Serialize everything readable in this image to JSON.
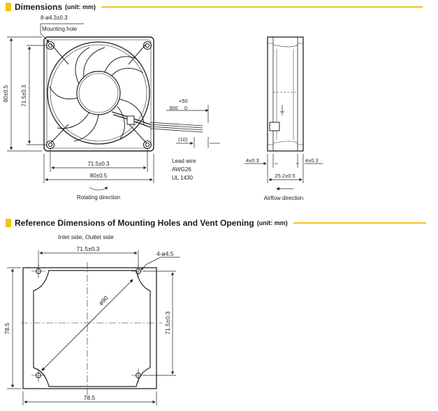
{
  "sections": {
    "dimensions": {
      "title": "Dimensions",
      "unit": "(unit: mm)"
    },
    "reference": {
      "title": "Reference Dimensions of Mounting Holes and Vent Opening",
      "unit": "(unit: mm)"
    }
  },
  "front_view": {
    "hole_callout": "8-ø4.3±0.3",
    "hole_label": "Mounting hole",
    "height_outer": "80±0.5",
    "height_pitch": "71.5±0.3",
    "width_pitch": "71.5±0.3",
    "width_outer": "80±0.5",
    "rotating_label": "Rotating direction"
  },
  "lead": {
    "tol_plus": "+50",
    "length": "300",
    "tol_zero": "0",
    "strip": "(10)",
    "wire1": "Lead wire",
    "wire2": "AWG26",
    "wire3": "UL 1430"
  },
  "side_view": {
    "left_dim": "4±0.3",
    "right_dim": "4±0.3",
    "depth": "25.2±0.5",
    "airflow_label": "Airflow direction"
  },
  "reference_view": {
    "side_label": "Inlet side, Outlet side",
    "top_pitch": "71.5±0.3",
    "hole_callout": "4-ø4.5",
    "left_outer": "78.5",
    "right_pitch": "71.5±0.3",
    "bottom_outer": "78.5",
    "diameter": "ø90"
  },
  "colors": {
    "accent": "#f0c419",
    "line": "#222222"
  }
}
